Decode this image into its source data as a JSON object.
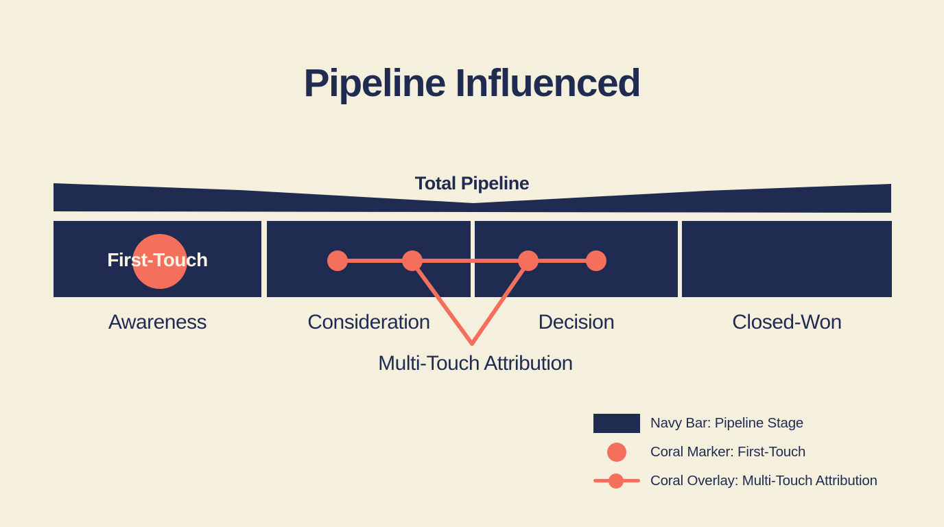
{
  "title": "Pipeline Influenced",
  "funnel": {
    "total_label": "Total Pipeline",
    "stages": [
      {
        "label": "Awareness"
      },
      {
        "label": "Consideration"
      },
      {
        "label": "Decision"
      },
      {
        "label": "Closed-Won"
      }
    ],
    "first_touch_label": "First-Touch",
    "multi_touch_label": "Multi-Touch Attribution"
  },
  "legend": {
    "items": [
      {
        "swatch": "navy-bar-swatch",
        "label": "Navy Bar: Pipeline Stage"
      },
      {
        "swatch": "coral-marker-swatch",
        "label": "Coral Marker: First-Touch"
      },
      {
        "swatch": "coral-overlay-swatch",
        "label": "Coral Overlay: Multi-Touch Attribution"
      }
    ]
  },
  "colors": {
    "background": "#f5f0de",
    "navy": "#1f2b50",
    "coral": "#f4705c",
    "light_text": "#f8f3e3"
  }
}
